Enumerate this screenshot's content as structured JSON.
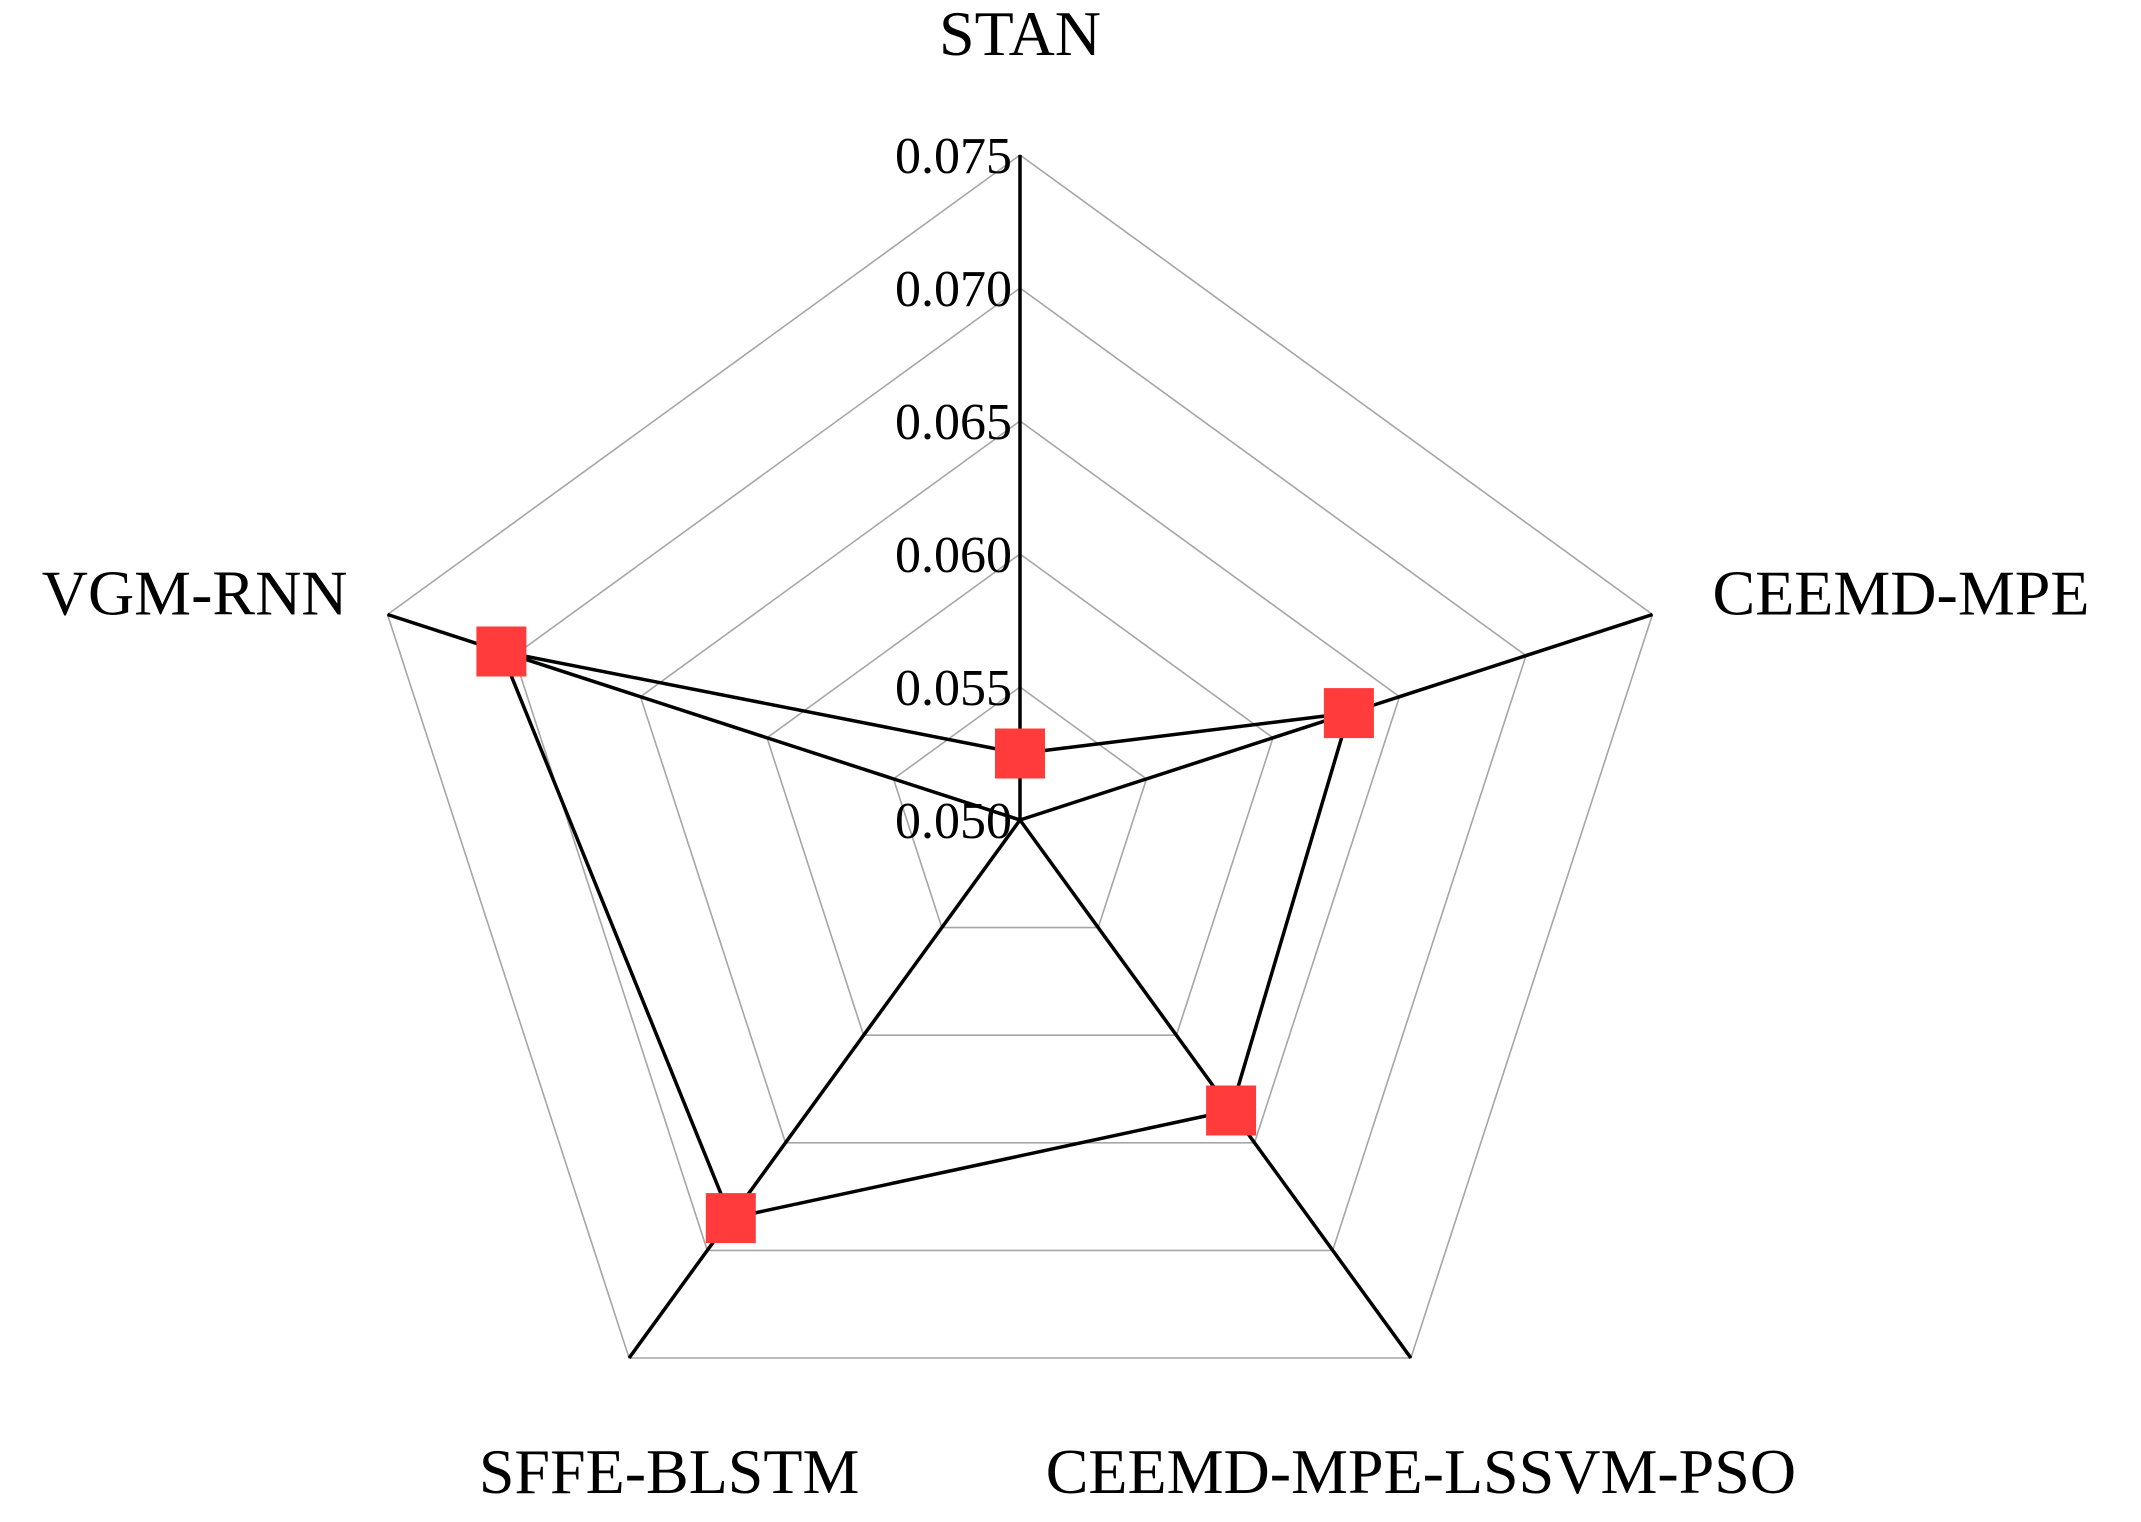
{
  "chart_data": {
    "type": "radar",
    "categories": [
      "STAN",
      "CEEMD-MPE",
      "CEEMD-MPE-LSSVM-PSO",
      "SFFE-BLSTM",
      "VGM-RNN"
    ],
    "series": [
      {
        "values": [
          0.0525,
          0.063,
          0.0635,
          0.0685,
          0.0705
        ]
      }
    ],
    "rlim": [
      0.05,
      0.075
    ],
    "rticks": [
      "0.050",
      "0.055",
      "0.060",
      "0.065",
      "0.070",
      "0.075"
    ],
    "grid": true,
    "colors": {
      "marker": "#ff3b3b",
      "line": "#000000",
      "grid": "#a6a6a6",
      "axis": "#000000"
    }
  }
}
